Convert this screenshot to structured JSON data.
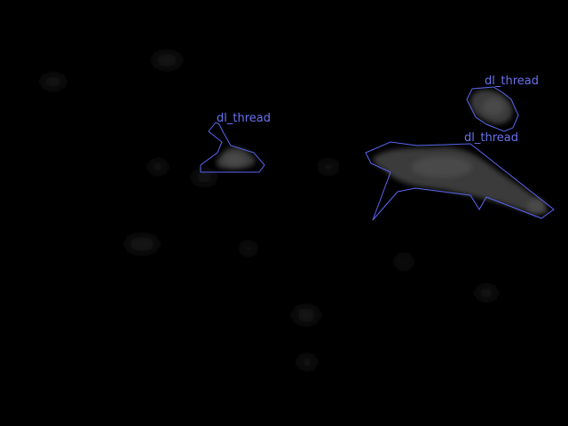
{
  "annotations": [
    {
      "label": "dl_thread"
    },
    {
      "label": "dl_thread"
    },
    {
      "label": "dl_thread"
    }
  ],
  "colors": {
    "background": "#000000",
    "outline": "#5a66f0",
    "label": "#6a72f0",
    "blob": "#3a3a3a"
  }
}
